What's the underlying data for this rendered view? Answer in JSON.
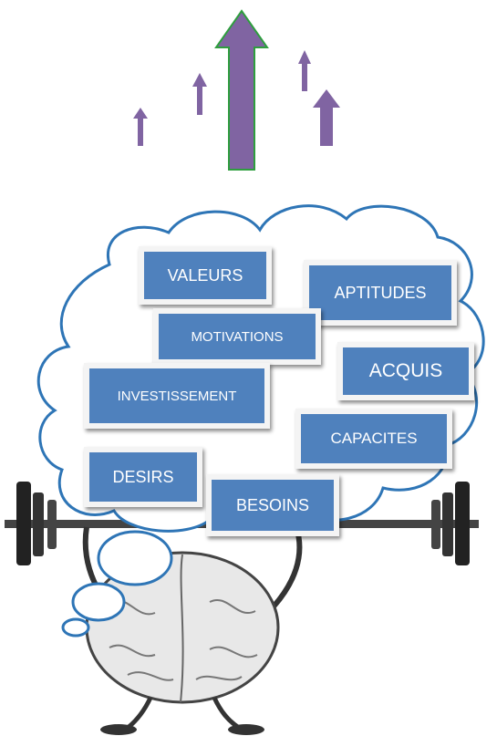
{
  "concepts": {
    "valeurs": "VALEURS",
    "aptitudes": "APTITUDES",
    "motivations": "MOTIVATIONS",
    "acquis": "ACQUIS",
    "investissement": "INVESTISSEMENT",
    "capacites": "CAPACITES",
    "desirs": "DESIRS",
    "besoins": "BESOINS"
  },
  "colors": {
    "arrow_fill": "#8064a2",
    "arrow_main_outline": "#2e9e3e",
    "cloud_stroke": "#2e75b6",
    "box_fill": "#4f81bd"
  },
  "icons": {
    "arrows": "growth-arrows-icon",
    "weightlifter": "brain-lifting-barbell-icon",
    "thought_bubble": "thought-cloud-icon"
  }
}
